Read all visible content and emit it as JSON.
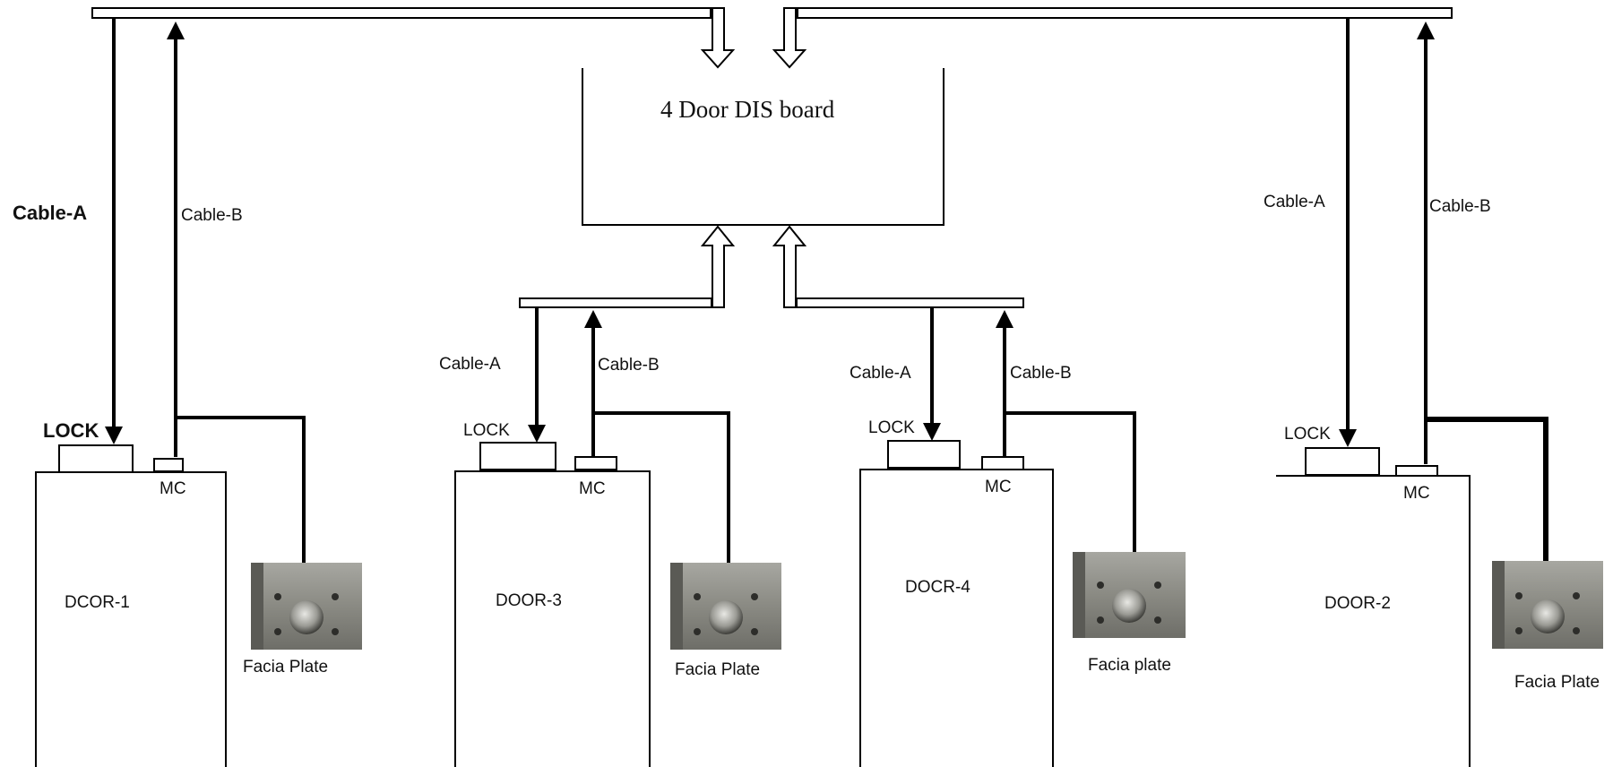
{
  "board": {
    "title": "4 Door DIS board"
  },
  "doors": [
    {
      "id": "door-1",
      "name": "DCOR-1",
      "lock": "LOCK",
      "mc": "MC",
      "cable_a": "Cable-A",
      "cable_b": "Cable-B",
      "plate": "Facia Plate"
    },
    {
      "id": "door-3",
      "name": "DOOR-3",
      "lock": "LOCK",
      "mc": "MC",
      "cable_a": "Cable-A",
      "cable_b": "Cable-B",
      "plate": "Facia Plate"
    },
    {
      "id": "door-4",
      "name": "DOCR-4",
      "lock": "LOCK",
      "mc": "MC",
      "cable_a": "Cable-A",
      "cable_b": "Cable-B",
      "plate": "Facia plate"
    },
    {
      "id": "door-2",
      "name": "DOOR-2",
      "lock": "LOCK",
      "mc": "MC",
      "cable_a": "Cable-A",
      "cable_b": "Cable-B",
      "plate": "Facia Plate"
    }
  ],
  "colors": {
    "line": "#000000",
    "plate_metal": "#8c8c86",
    "plate_dark": "#3a3a36"
  },
  "icons": {
    "door": "door-rect",
    "plate": "facia-plate-photo",
    "arrow": "hollow-arrow"
  }
}
